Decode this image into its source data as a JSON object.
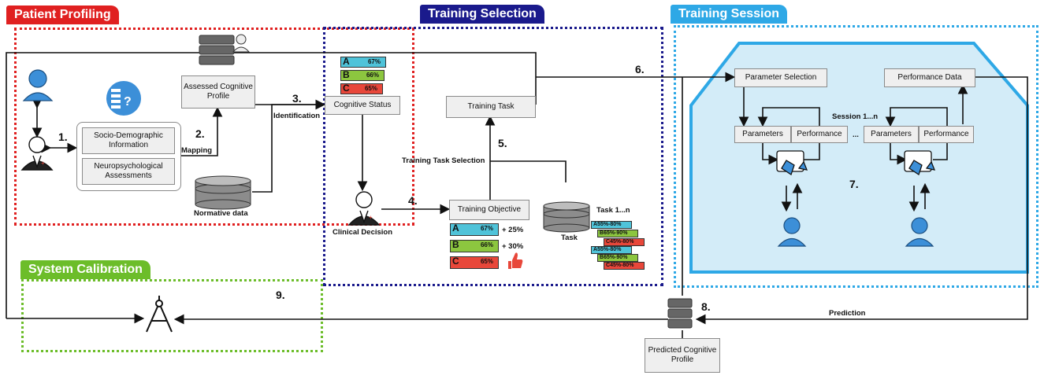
{
  "regions": {
    "patient_profiling": "Patient Profiling",
    "training_selection": "Training Selection",
    "training_session": "Training Session",
    "system_calibration": "System Calibration"
  },
  "boxes": {
    "socio_demographic": "Socio-Demographic Information",
    "neuropsychological": "Neuropsychological Assessments",
    "assessed_profile": "Assessed Cognitive Profile",
    "cognitive_status": "Cognitive Status",
    "training_task": "Training Task",
    "training_objective": "Training Objective",
    "parameter_selection": "Parameter Selection",
    "performance_data": "Performance Data",
    "parameters_1": "Parameters",
    "performance_1": "Performance",
    "parameters_2": "Parameters",
    "performance_2": "Performance",
    "predicted_profile": "Predicted Cognitive Profile"
  },
  "labels": {
    "mapping": "Mapping",
    "identification": "Identification",
    "normative_data": "Normative data",
    "clinical_decision": "Clinical Decision",
    "training_task_selection": "Training Task Selection",
    "task": "Task",
    "task_range": "Task 1...n",
    "session_range": "Session 1...n",
    "ellipsis": "...",
    "prediction": "Prediction"
  },
  "steps": [
    "1.",
    "2.",
    "3.",
    "4.",
    "5.",
    "6.",
    "7.",
    "8.",
    "9."
  ],
  "cognitive_status_bars": [
    {
      "letter": "A",
      "value": "67%",
      "color": "#4fc3d9"
    },
    {
      "letter": "B",
      "value": "66%",
      "color": "#8cc63f"
    },
    {
      "letter": "C",
      "value": "65%",
      "color": "#e8473a"
    }
  ],
  "objective_bars": [
    {
      "letter": "A",
      "value": "67%",
      "target": "+ 25%",
      "color": "#4fc3d9"
    },
    {
      "letter": "B",
      "value": "66%",
      "target": "+ 30%",
      "color": "#8cc63f"
    },
    {
      "letter": "C",
      "value": "65%",
      "color": "#e8473a"
    }
  ],
  "task_ranges": [
    {
      "letter": "A",
      "range": "55%-80%",
      "color": "#4fc3d9"
    },
    {
      "letter": "B",
      "range": "65%-90%",
      "color": "#8cc63f"
    },
    {
      "letter": "C",
      "range": "45%-80%",
      "color": "#e8473a"
    }
  ],
  "colors": {
    "patient_profiling": "#e02020",
    "training_selection": "#1a1a8c",
    "training_session": "#2ea8e6",
    "system_calibration": "#6cbd2a",
    "house_fill": "#d3ecf8",
    "user_blue": "#3c8fd8"
  }
}
